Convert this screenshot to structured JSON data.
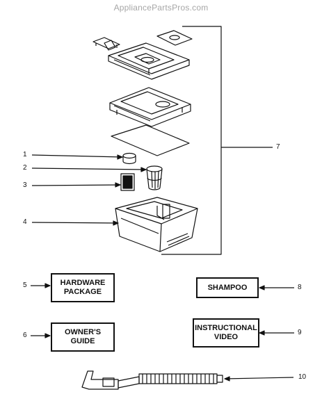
{
  "watermark": "AppliancePartsPros.com",
  "callouts": {
    "c1": "1",
    "c2": "2",
    "c3": "3",
    "c4": "4",
    "c5": "5",
    "c6": "6",
    "c7": "7",
    "c8": "8",
    "c9": "9",
    "c10": "10"
  },
  "boxes": {
    "hardware_line1": "HARDWARE",
    "hardware_line2": "PACKAGE",
    "owners_line1": "OWNER'S",
    "owners_line2": "GUIDE",
    "shampoo": "SHAMPOO",
    "instructional_line1": "INSTRUCTIONAL",
    "instructional_line2": "VIDEO"
  }
}
